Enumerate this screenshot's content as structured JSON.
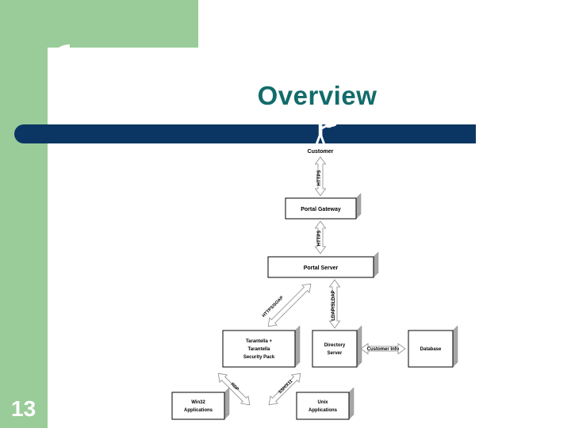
{
  "slide": {
    "title": "Overview",
    "page_number": "13",
    "colors": {
      "accent_green": "#99cc99",
      "navy_bar": "#0b3663",
      "title_teal": "#136b6b",
      "diagram_box_fill": "#ffffff",
      "diagram_box_shadow": "#a0a0a0",
      "diagram_stroke": "#000000"
    }
  },
  "diagram": {
    "type": "architecture-flow",
    "actor": {
      "icon": "person-icon",
      "label": "Customer"
    },
    "nodes": [
      {
        "id": "portal-gateway",
        "label": "Portal Gateway"
      },
      {
        "id": "portal-server",
        "label": "Portal Server"
      },
      {
        "id": "tarantella",
        "label": "Tarantella +\nTarantella\nSecurity Pack",
        "line1": "Tarantella +",
        "line2": "Tarantella",
        "line3": "Security Pack"
      },
      {
        "id": "directory-server",
        "label": "Directory\nServer",
        "line1": "Directory",
        "line2": "Server"
      },
      {
        "id": "database",
        "label": "Database"
      },
      {
        "id": "win32-applications",
        "label": "Win32\nApplications",
        "line1": "Win32",
        "line2": "Applications"
      },
      {
        "id": "unix-applications",
        "label": "Unix\nApplications",
        "line1": "Unix",
        "line2": "Applications"
      }
    ],
    "connectors": [
      {
        "from": "customer",
        "to": "portal-gateway",
        "label": "HTTPS",
        "orientation": "vertical"
      },
      {
        "from": "portal-gateway",
        "to": "portal-server",
        "label": "HTTPS",
        "orientation": "vertical"
      },
      {
        "from": "portal-server",
        "to": "tarantella",
        "label": "HTTPS/SOAP",
        "orientation": "diagonal-left"
      },
      {
        "from": "portal-server",
        "to": "directory-server",
        "label": "LDAP/SLDAP",
        "orientation": "vertical"
      },
      {
        "from": "tarantella",
        "to": "win32-applications",
        "label": "RDP",
        "orientation": "diagonal-left"
      },
      {
        "from": "tarantella",
        "to": "unix-applications",
        "label": "SSH/X11",
        "orientation": "diagonal-right"
      },
      {
        "from": "directory-server",
        "to": "database",
        "label": "Customer Info",
        "orientation": "horizontal"
      }
    ]
  }
}
